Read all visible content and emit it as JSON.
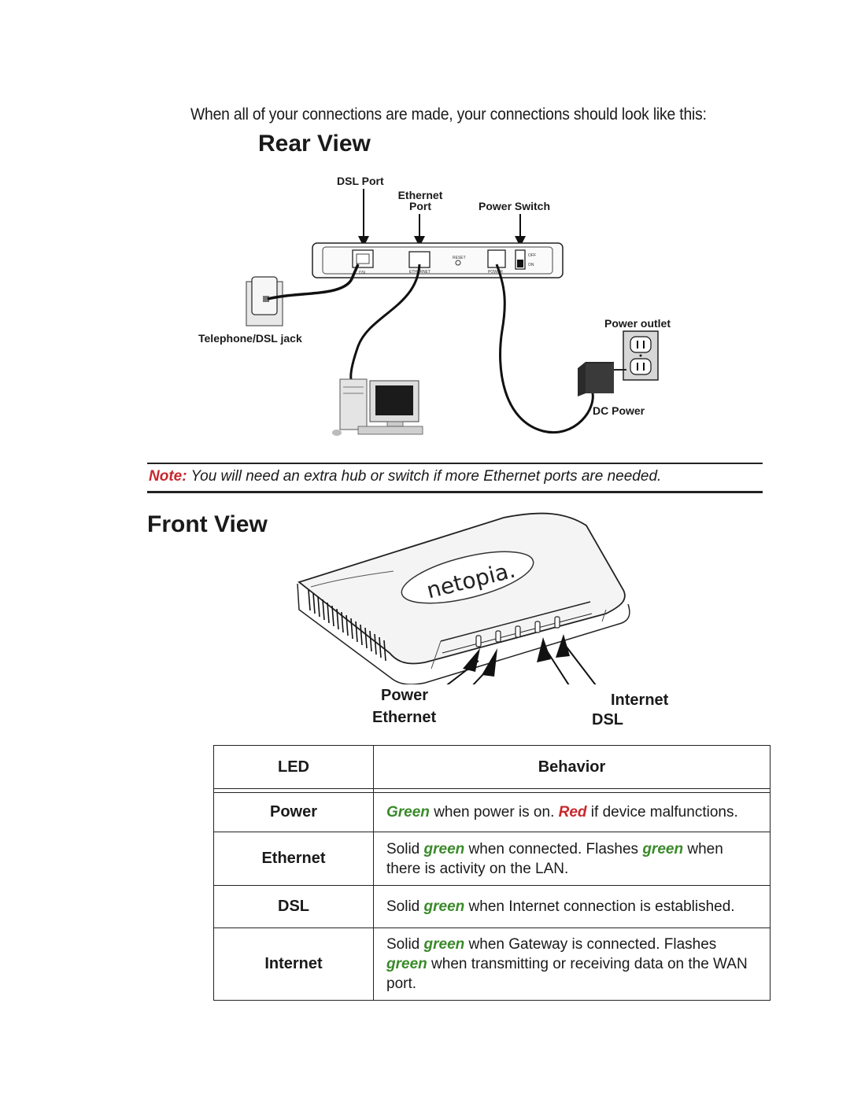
{
  "intro": "When all of your connections are made, your connections should look like this:",
  "rear": {
    "heading": "Rear View",
    "labels": {
      "dsl_port": "DSL Port",
      "ethernet_port_1": "Ethernet",
      "ethernet_port_2": "Port",
      "power_switch": "Power Switch",
      "power_outlet": "Power outlet",
      "telephone_jack": "Telephone/DSL jack",
      "dc_power": "DC Power"
    },
    "device_labels": {
      "dsl": "DSL",
      "ethernet": "ETHERNET",
      "reset": "RESET",
      "power": "POWER",
      "off": "OFF",
      "on": "ON"
    }
  },
  "note": {
    "key": "Note:",
    "text": " You will need an extra hub or switch if more Ethernet ports are needed."
  },
  "front": {
    "heading": "Front View",
    "logo": "netopia.",
    "labels": {
      "power": "Power",
      "ethernet": "Ethernet",
      "internet": "Internet",
      "dsl": "DSL"
    }
  },
  "table": {
    "headers": [
      "LED",
      "Behavior"
    ],
    "rows": [
      {
        "led": "Power",
        "behavior": [
          {
            "t": "Green",
            "s": "g"
          },
          {
            "t": " when power is on. "
          },
          {
            "t": "Red",
            "s": "r"
          },
          {
            "t": " if device malfunctions."
          }
        ]
      },
      {
        "led": "Ethernet",
        "behavior": [
          {
            "t": "Solid "
          },
          {
            "t": "green",
            "s": "g"
          },
          {
            "t": " when connected. Flashes "
          },
          {
            "t": "green",
            "s": "g"
          },
          {
            "t": " when there is activity on the LAN."
          }
        ]
      },
      {
        "led": "DSL",
        "behavior": [
          {
            "t": "Solid "
          },
          {
            "t": "green",
            "s": "g"
          },
          {
            "t": " when Internet connection is established."
          }
        ]
      },
      {
        "led": "Internet",
        "behavior": [
          {
            "t": "Solid "
          },
          {
            "t": "green",
            "s": "g"
          },
          {
            "t": " when Gateway is connected. Flashes "
          },
          {
            "t": "green",
            "s": "g"
          },
          {
            "t": " when transmitting or receiving data on the WAN port."
          }
        ]
      }
    ]
  },
  "colors": {
    "green": "#3a8a2a",
    "red": "#c8272d"
  }
}
